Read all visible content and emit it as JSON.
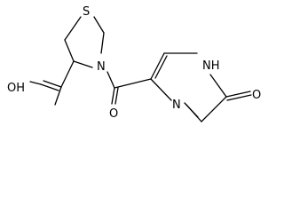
{
  "molecule": {
    "atoms": {
      "sulfur": "S",
      "thiazolidine_nitrogen": "N",
      "pyrazinone_nh": "NH",
      "pyrazine_nitrogen": "N",
      "amide_oxygen": "O",
      "ring_carbonyl_oxygen": "O",
      "hydroxyl": "OH"
    },
    "colors": {
      "bond": "#000000",
      "text": "#000000",
      "background": "#ffffff"
    }
  }
}
